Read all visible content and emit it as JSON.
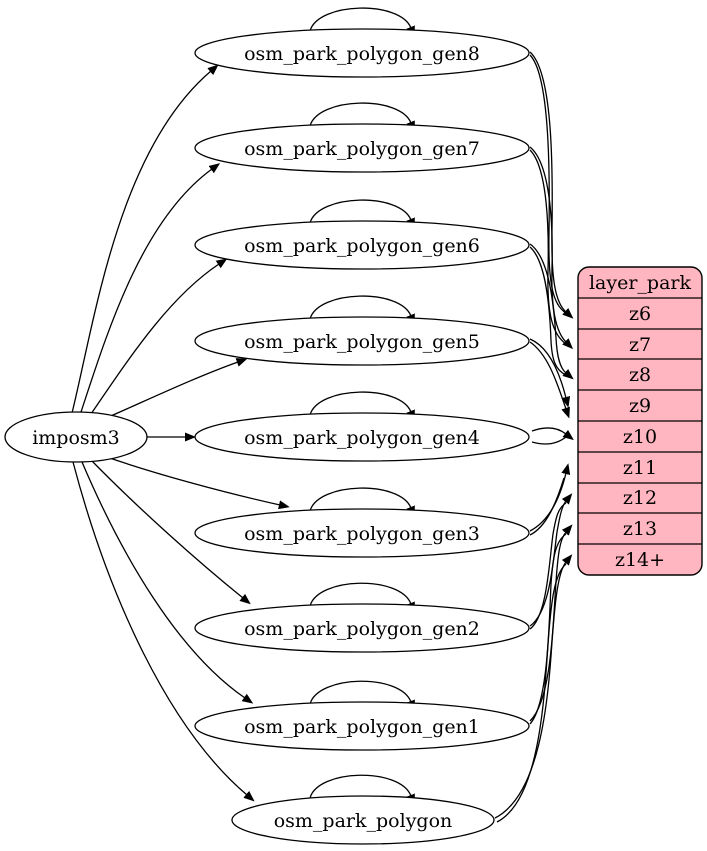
{
  "diagram": {
    "source": {
      "label": "imposm3"
    },
    "nodes": [
      {
        "label": "osm_park_polygon_gen8"
      },
      {
        "label": "osm_park_polygon_gen7"
      },
      {
        "label": "osm_park_polygon_gen6"
      },
      {
        "label": "osm_park_polygon_gen5"
      },
      {
        "label": "osm_park_polygon_gen4"
      },
      {
        "label": "osm_park_polygon_gen3"
      },
      {
        "label": "osm_park_polygon_gen2"
      },
      {
        "label": "osm_park_polygon_gen1"
      },
      {
        "label": "osm_park_polygon"
      }
    ],
    "layer_table": {
      "title": "layer_park",
      "rows": [
        "z6",
        "z7",
        "z8",
        "z9",
        "z10",
        "z11",
        "z12",
        "z13",
        "z14+"
      ]
    },
    "edges": [
      {
        "from": "imposm3",
        "to": "osm_park_polygon_gen8"
      },
      {
        "from": "imposm3",
        "to": "osm_park_polygon_gen7"
      },
      {
        "from": "imposm3",
        "to": "osm_park_polygon_gen6"
      },
      {
        "from": "imposm3",
        "to": "osm_park_polygon_gen5"
      },
      {
        "from": "imposm3",
        "to": "osm_park_polygon_gen4"
      },
      {
        "from": "imposm3",
        "to": "osm_park_polygon_gen3"
      },
      {
        "from": "imposm3",
        "to": "osm_park_polygon_gen2"
      },
      {
        "from": "imposm3",
        "to": "osm_park_polygon_gen1"
      },
      {
        "from": "imposm3",
        "to": "osm_park_polygon"
      },
      {
        "from": "osm_park_polygon_gen8",
        "to": "osm_park_polygon_gen8"
      },
      {
        "from": "osm_park_polygon_gen7",
        "to": "osm_park_polygon_gen7"
      },
      {
        "from": "osm_park_polygon_gen6",
        "to": "osm_park_polygon_gen6"
      },
      {
        "from": "osm_park_polygon_gen5",
        "to": "osm_park_polygon_gen5"
      },
      {
        "from": "osm_park_polygon_gen4",
        "to": "osm_park_polygon_gen4"
      },
      {
        "from": "osm_park_polygon_gen3",
        "to": "osm_park_polygon_gen3"
      },
      {
        "from": "osm_park_polygon_gen2",
        "to": "osm_park_polygon_gen2"
      },
      {
        "from": "osm_park_polygon_gen1",
        "to": "osm_park_polygon_gen1"
      },
      {
        "from": "osm_park_polygon",
        "to": "osm_park_polygon"
      },
      {
        "from": "osm_park_polygon_gen8",
        "to": "layer_park:z6"
      },
      {
        "from": "osm_park_polygon_gen7",
        "to": "layer_park:z7"
      },
      {
        "from": "osm_park_polygon_gen6",
        "to": "layer_park:z8"
      },
      {
        "from": "osm_park_polygon_gen5",
        "to": "layer_park:z9"
      },
      {
        "from": "osm_park_polygon_gen4",
        "to": "layer_park:z10"
      },
      {
        "from": "osm_park_polygon_gen3",
        "to": "layer_park:z11"
      },
      {
        "from": "osm_park_polygon_gen2",
        "to": "layer_park:z12"
      },
      {
        "from": "osm_park_polygon_gen1",
        "to": "layer_park:z13"
      },
      {
        "from": "osm_park_polygon",
        "to": "layer_park:z14+"
      }
    ],
    "colors": {
      "table_fill": "#ffb6c1",
      "table_stroke": "#000000",
      "node_fill": "#ffffff",
      "edge": "#000000"
    }
  }
}
